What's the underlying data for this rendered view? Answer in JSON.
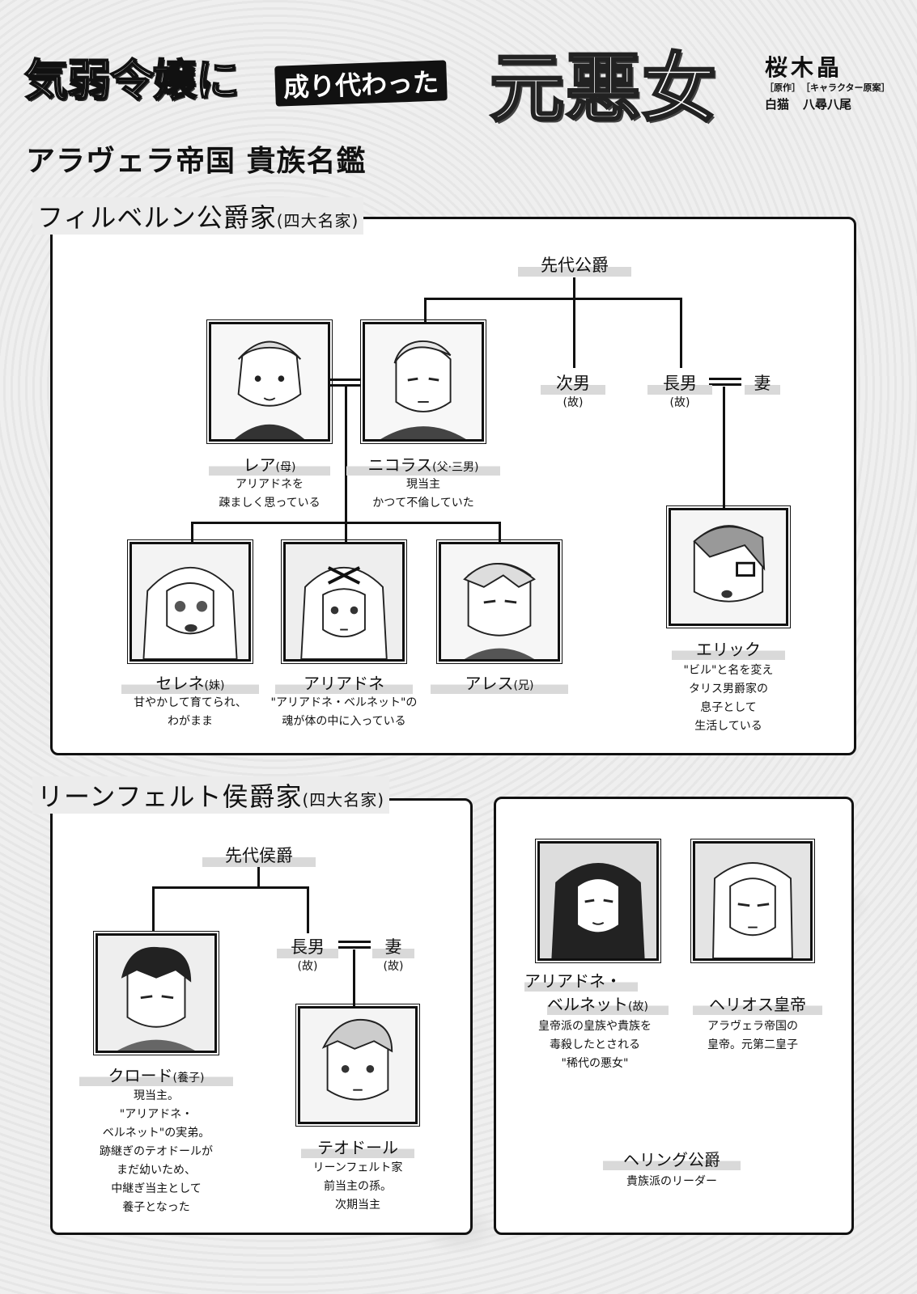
{
  "header": {
    "title_part1": "気弱令嬢に",
    "title_part2": "成り代わった",
    "title_part3": "元悪女",
    "author": "桜木晶",
    "credit_original_label": "［原作］",
    "credit_original_name": "白猫",
    "credit_character_label": "［キャラクター原案］",
    "credit_character_name": "八尋八尾",
    "subtitle": "アラヴェラ帝国 貴族名鑑"
  },
  "filbern": {
    "title": "フィルベルン公爵家",
    "title_note": "(四大名家)",
    "elder": "先代公爵",
    "second_son": "次男",
    "second_son_note": "(故)",
    "eldest_son": "長男",
    "eldest_son_note": "(故)",
    "wife": "妻",
    "rea": {
      "name": "レア",
      "note": "(母)",
      "desc1": "アリアドネを",
      "desc2": "疎ましく思っている"
    },
    "nicolas": {
      "name": "ニコラス",
      "note": "(父·三男)",
      "desc1": "現当主",
      "desc2": "かつて不倫していた"
    },
    "selene": {
      "name": "セレネ",
      "note": "(妹)",
      "desc1": "甘やかして育てられ、",
      "desc2": "わがまま"
    },
    "ariadne": {
      "name": "アリアドネ",
      "desc1": "\"アリアドネ・ベルネット\"の",
      "desc2": "魂が体の中に入っている"
    },
    "ares": {
      "name": "アレス",
      "note": "(兄)"
    },
    "eric": {
      "name": "エリック",
      "desc1": "\"ビル\"と名を変え",
      "desc2": "タリス男爵家の",
      "desc3": "息子として",
      "desc4": "生活している"
    }
  },
  "rienfeld": {
    "title": "リーンフェルト侯爵家",
    "title_note": "(四大名家)",
    "elder": "先代侯爵",
    "eldest_son": "長男",
    "eldest_son_note": "(故)",
    "wife": "妻",
    "wife_note": "(故)",
    "claude": {
      "name": "クロード",
      "note": "(養子)",
      "desc1": "現当主。",
      "desc2": "\"アリアドネ・",
      "desc3": "ベルネット\"の実弟。",
      "desc4": "跡継ぎのテオドールが",
      "desc5": "まだ幼いため、",
      "desc6": "中継ぎ当主として",
      "desc7": "養子となった"
    },
    "theodore": {
      "name": "テオドール",
      "desc1": "リーンフェルト家",
      "desc2": "前当主の孫。",
      "desc3": "次期当主"
    }
  },
  "others": {
    "ariadne_b": {
      "name1": "アリアドネ・",
      "name2": "ベルネット",
      "note": "(故)",
      "desc1": "皇帝派の皇族や貴族を",
      "desc2": "毒殺したとされる",
      "desc3": "\"稀代の悪女\""
    },
    "helios": {
      "name": "ヘリオス皇帝",
      "desc1": "アラヴェラ帝国の",
      "desc2": "皇帝。元第二皇子"
    },
    "hering": {
      "name": "ヘリング公爵",
      "desc1": "貴族派のリーダー"
    }
  }
}
